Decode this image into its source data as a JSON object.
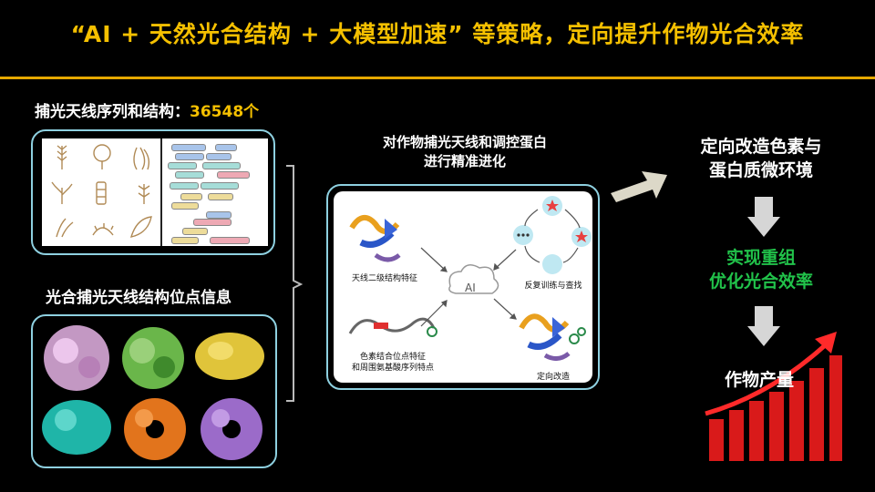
{
  "title": "“AI + 天然光合结构 + 大模型加速” 等策略，定向提升作物光合效率",
  "left": {
    "sequence_label_prefix": "捕光天线序列和结构：",
    "sequence_count": "36548个",
    "site_label": "光合捕光天线结构位点信息"
  },
  "center": {
    "heading_line1": "对作物捕光天线和调控蛋白",
    "heading_line2": "进行精准进化",
    "ai_label": "AI",
    "captions": {
      "secondary_structure": "天线二级结构特征",
      "pigment_line1": "色素结合位点特征",
      "pigment_line2": "和周围氨基酸序列特点",
      "training": "反复训练与查找",
      "directed": "定向改造"
    }
  },
  "right": {
    "goal_line1": "定向改造色素与",
    "goal_line2": "蛋白质微环境",
    "result_line1": "实现重组",
    "result_line2": "优化光合效率",
    "yield_label": "作物产量"
  },
  "colors": {
    "title": "#f5c000",
    "accent_green": "#21c24a",
    "panel_border": "#8ed0e0",
    "bar_red": "#d91a1a"
  }
}
